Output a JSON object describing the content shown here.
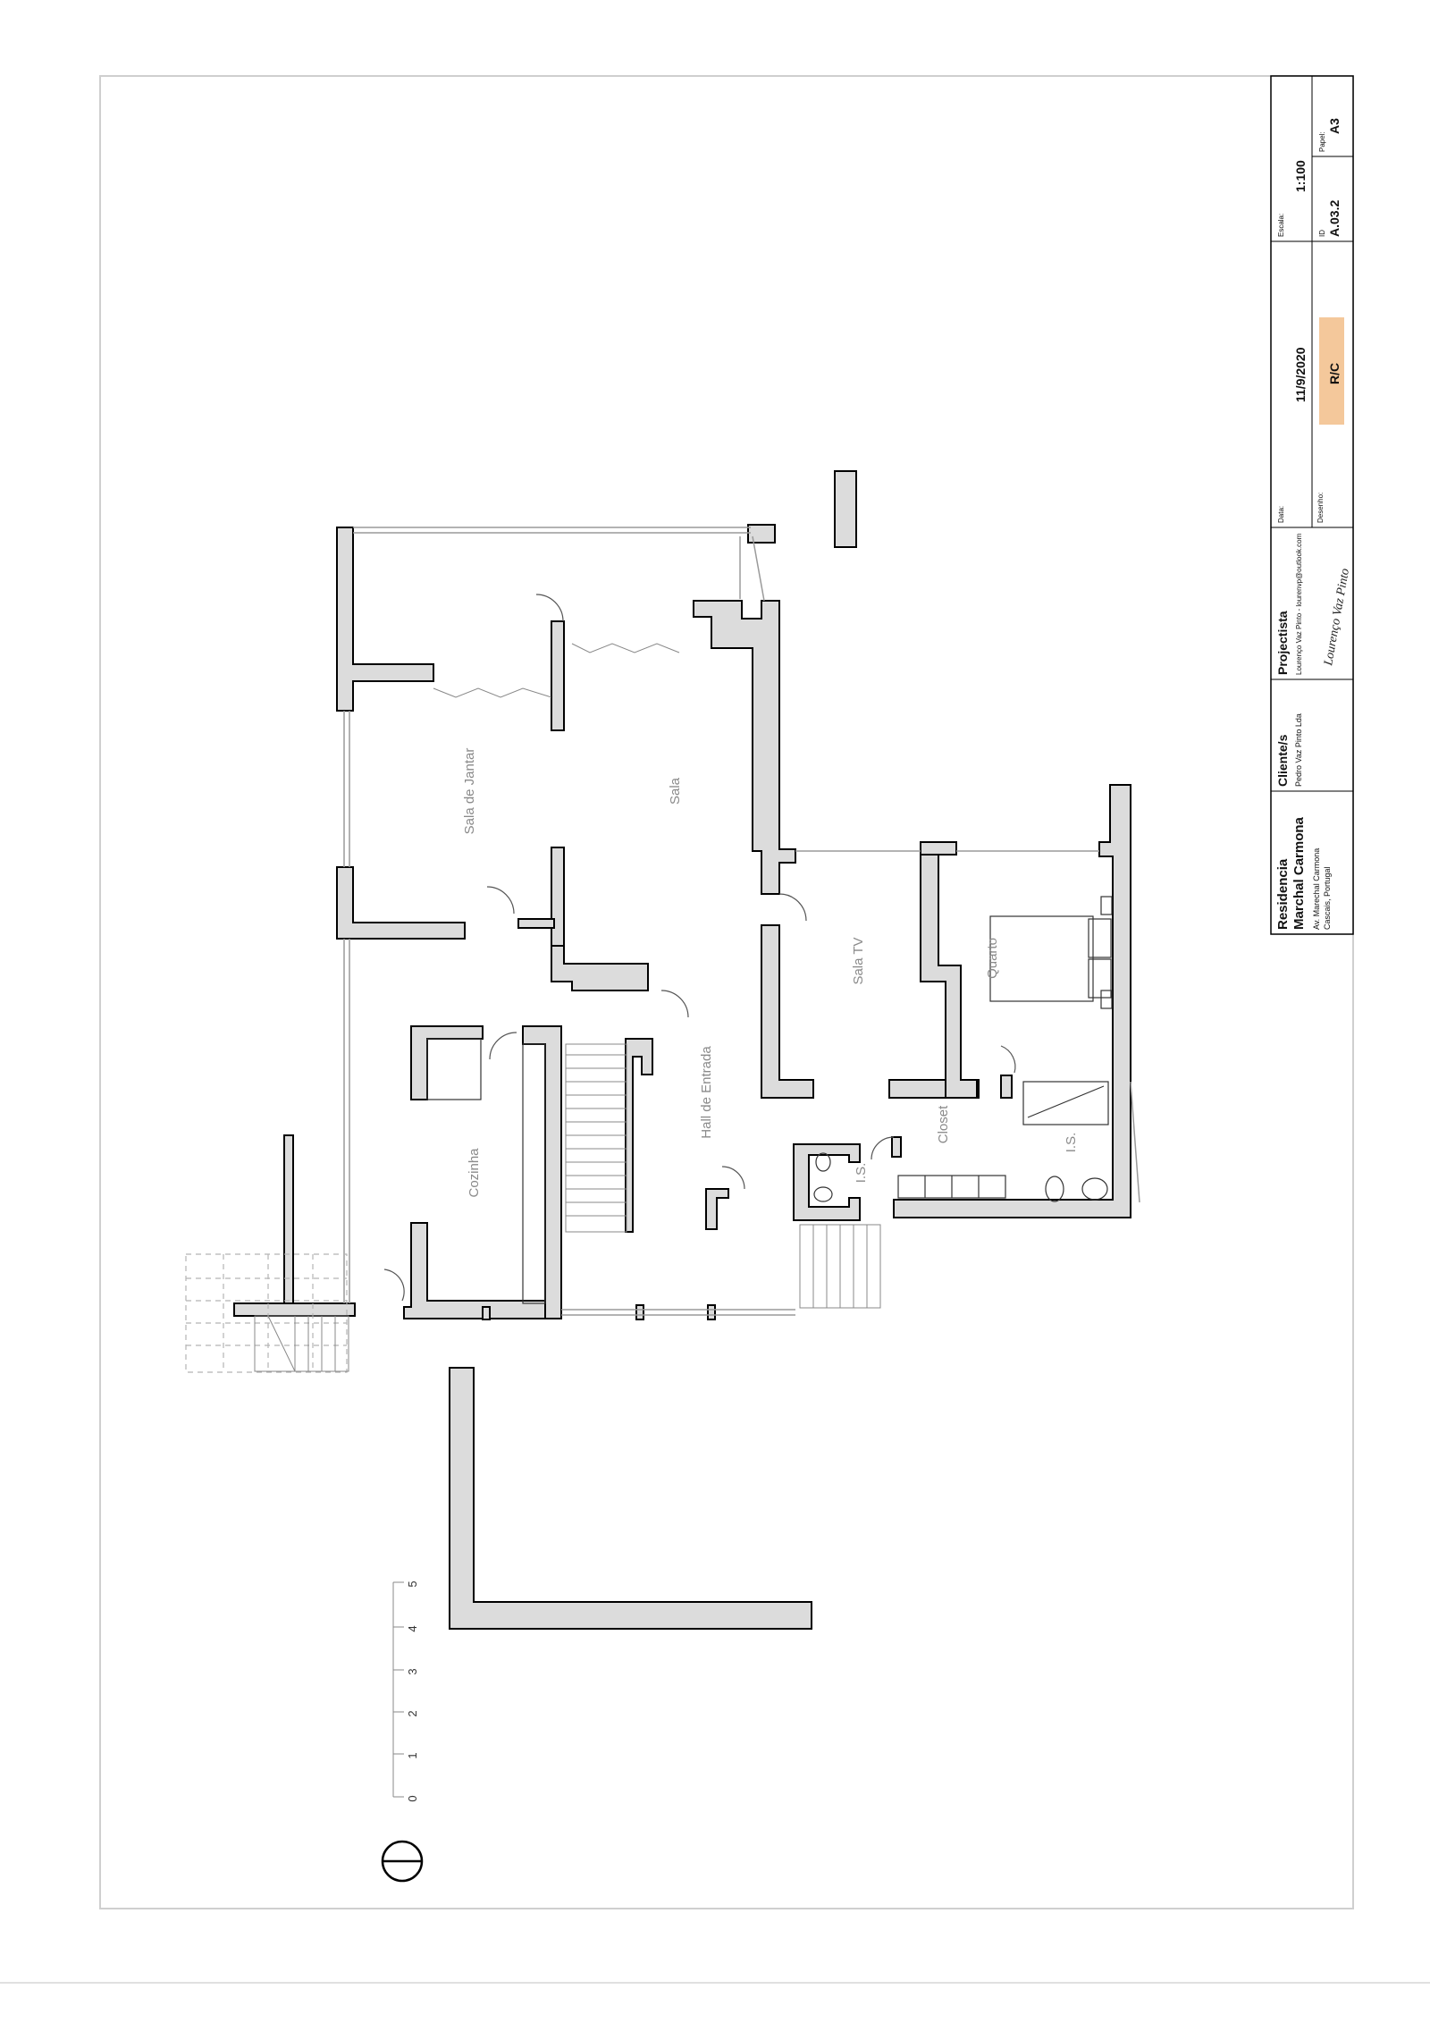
{
  "rooms": {
    "sala_jantar": "Sala de Jantar",
    "sala": "Sala",
    "sala_tv": "Sala TV",
    "quarto": "Quarto",
    "cozinha": "Cozinha",
    "hall": "Hall de Entrada",
    "closet": "Closet",
    "is_1": "I.S.",
    "is_2": "I.S."
  },
  "title_block": {
    "project_label": "Residencia",
    "project_name": "Marchal Carmona",
    "address_line1": "Av. Marechal Carmona",
    "address_line2": "Cascais, Portugal",
    "clients_label": "Cliente/s",
    "clients_value": "Pedro Vaz Pinto Lda",
    "designer_label": "Projectista",
    "designer_value": "Lourenço Vaz Pinto - lourenvp@outlook.com",
    "date_label": "Data:",
    "date_value": "11/9/2020",
    "drawing_label": "Desenho:",
    "drawing_value": "R/C",
    "scale_label": "Escala:",
    "scale_value": "1:100",
    "id_label": "ID",
    "id_value": "A.03.2",
    "paper_label": "Papel:",
    "paper_value": "A3",
    "signature": "Lourenço Vaz Pinto"
  },
  "scale_bar": {
    "ticks": [
      "0",
      "1",
      "2",
      "3",
      "4",
      "5"
    ]
  },
  "colors": {
    "wall": "#dcdcdc",
    "line": "#000000",
    "highlight": "#f0b070"
  }
}
